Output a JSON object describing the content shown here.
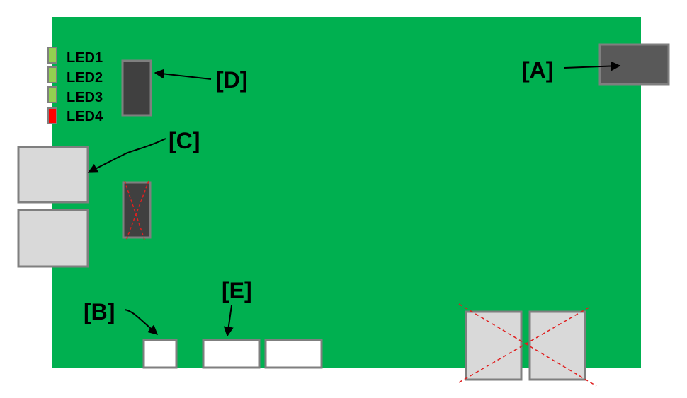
{
  "colors": {
    "board": "#00b050",
    "chip": "#404040",
    "chip_connector": "#595959",
    "port": "#d9d9d9",
    "outline": "#7f7f7f",
    "led_green": "#92d050",
    "led_red": "#ff0000",
    "cross": "#e02020",
    "text": "#000000"
  },
  "leds": [
    {
      "label": "LED1",
      "state": "green"
    },
    {
      "label": "LED2",
      "state": "green"
    },
    {
      "label": "LED3",
      "state": "green"
    },
    {
      "label": "LED4",
      "state": "red"
    }
  ],
  "callouts": {
    "a": "[A]",
    "b": "[B]",
    "c": "[C]",
    "d": "[D]",
    "e": "[E]"
  },
  "crossed_out": [
    "middle-chip",
    "bottom-right-port-1",
    "bottom-right-port-2"
  ]
}
